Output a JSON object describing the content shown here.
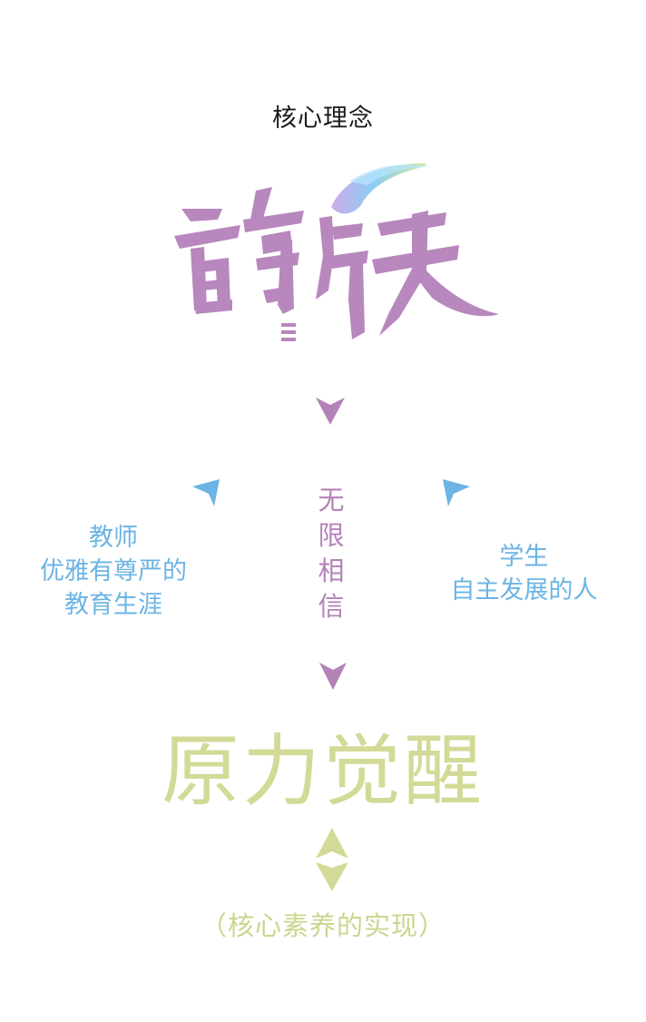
{
  "title": "核心理念",
  "logo": {
    "glyphs": [
      "自",
      "在",
      "月",
      "天"
    ],
    "accent_colors": [
      "#c9a4e6",
      "#7cc7f0",
      "#c9e07a"
    ],
    "main_color": "#b787bd"
  },
  "center_label": [
    "无",
    "限",
    "相",
    "信"
  ],
  "left_block": [
    "教师",
    "优雅有尊严的",
    "教育生涯"
  ],
  "right_block": [
    "学生",
    "自主发展的人"
  ],
  "main_concept": "原力觉醒",
  "sub_concept": "（核心素养的实现）",
  "colors": {
    "purple": "#b383b8",
    "blue": "#6cb4e4",
    "green": "#d3da97",
    "title": "#1a1a1a"
  }
}
